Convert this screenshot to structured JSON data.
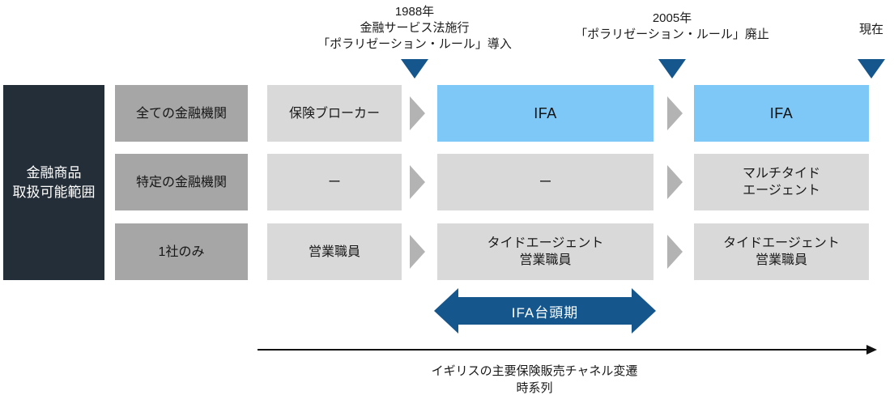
{
  "timeline_events": [
    {
      "lines": [
        "1988年",
        "金融サービス法施行",
        "「ポラリゼーション・ルール」導入"
      ]
    },
    {
      "lines": [
        "2005年",
        "「ポラリゼーション・ルール」廃止"
      ]
    },
    {
      "lines": [
        "現在"
      ]
    }
  ],
  "left_header": {
    "lines": [
      "金融商品",
      "取扱可能範囲"
    ]
  },
  "row_labels": [
    "全ての金融機関",
    "特定の金融機関",
    "1社のみ"
  ],
  "columns": [
    {
      "cells": [
        {
          "lines": [
            "保険ブローカー"
          ],
          "style": "gray"
        },
        {
          "lines": [
            "ー"
          ],
          "style": "gray"
        },
        {
          "lines": [
            "営業職員"
          ],
          "style": "gray"
        }
      ]
    },
    {
      "cells": [
        {
          "lines": [
            "IFA"
          ],
          "style": "blue"
        },
        {
          "lines": [
            "ー"
          ],
          "style": "gray"
        },
        {
          "lines": [
            "タイドエージェント",
            "営業職員"
          ],
          "style": "gray"
        }
      ]
    },
    {
      "cells": [
        {
          "lines": [
            "IFA"
          ],
          "style": "blue"
        },
        {
          "lines": [
            "マルチタイド",
            "エージェント"
          ],
          "style": "gray"
        },
        {
          "lines": [
            "タイドエージェント",
            "営業職員"
          ],
          "style": "gray"
        }
      ]
    }
  ],
  "ifa_period_label": "IFA台頭期",
  "caption": {
    "lines": [
      "イギリスの主要保険販売チャネル変遷",
      "時系列"
    ]
  },
  "icons": {
    "timeline_marker": "down-triangle",
    "flow_step": "right-chevron",
    "ifa_period": "double-headed-arrow",
    "time_axis": "right-arrow"
  },
  "colors": {
    "dark_header": "#242e38",
    "row_label_gray": "#a6a6a6",
    "cell_gray": "#d9d9d9",
    "highlight_blue": "#7dc8f7",
    "chevron_gray": "#b3b3b3",
    "accent_deep_blue": "#15568c",
    "axis_black": "#111111"
  }
}
